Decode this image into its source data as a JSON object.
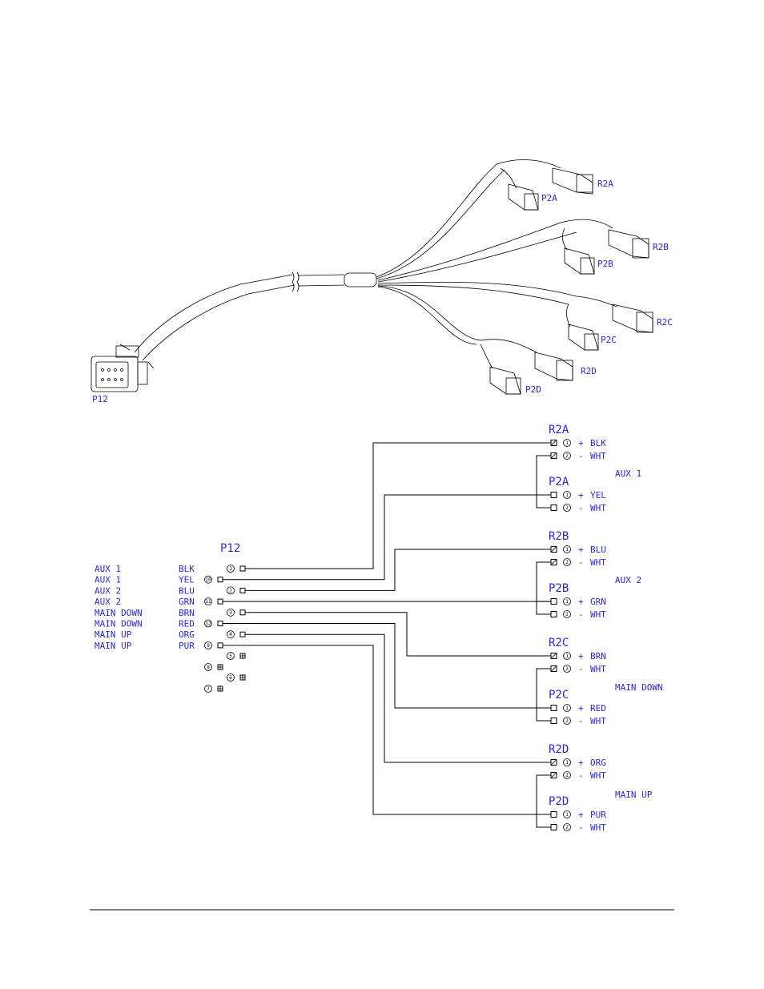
{
  "harness_labels": {
    "p12": "P12",
    "r2a": "R2A",
    "p2a": "P2A",
    "r2b": "R2B",
    "p2b": "P2B",
    "r2c": "R2C",
    "p2c": "P2C",
    "r2d": "R2D",
    "p2d": "P2D"
  },
  "p12_title": "P12",
  "p12_rows": [
    {
      "func": "AUX 1",
      "color": "BLK",
      "pin": "1"
    },
    {
      "func": "AUX 1",
      "color": "YEL",
      "pin": "10"
    },
    {
      "func": "AUX 2",
      "color": "BLU",
      "pin": "2"
    },
    {
      "func": "AUX 2",
      "color": "GRN",
      "pin": "11"
    },
    {
      "func": "MAIN DOWN",
      "color": "BRN",
      "pin": "3"
    },
    {
      "func": "MAIN DOWN",
      "color": "RED",
      "pin": "12"
    },
    {
      "func": "MAIN UP",
      "color": "ORG",
      "pin": "4"
    },
    {
      "func": "MAIN UP",
      "color": "PUR",
      "pin": "9"
    }
  ],
  "p12_unused_pins": [
    "5",
    "8",
    "6",
    "7"
  ],
  "connectors": [
    {
      "title": "R2A",
      "pins": [
        {
          "n": "1",
          "sign": "+",
          "color": "BLK"
        },
        {
          "n": "2",
          "sign": "-",
          "color": "WHT"
        }
      ]
    },
    {
      "title": "P2A",
      "pins": [
        {
          "n": "1",
          "sign": "+",
          "color": "YEL"
        },
        {
          "n": "2",
          "sign": "-",
          "color": "WHT"
        }
      ]
    },
    {
      "title": "R2B",
      "pins": [
        {
          "n": "1",
          "sign": "+",
          "color": "BLU"
        },
        {
          "n": "2",
          "sign": "-",
          "color": "WHT"
        }
      ]
    },
    {
      "title": "P2B",
      "pins": [
        {
          "n": "1",
          "sign": "+",
          "color": "GRN"
        },
        {
          "n": "2",
          "sign": "-",
          "color": "WHT"
        }
      ]
    },
    {
      "title": "R2C",
      "pins": [
        {
          "n": "1",
          "sign": "+",
          "color": "BRN"
        },
        {
          "n": "2",
          "sign": "-",
          "color": "WHT"
        }
      ]
    },
    {
      "title": "P2C",
      "pins": [
        {
          "n": "1",
          "sign": "+",
          "color": "RED"
        },
        {
          "n": "2",
          "sign": "-",
          "color": "WHT"
        }
      ]
    },
    {
      "title": "R2D",
      "pins": [
        {
          "n": "1",
          "sign": "+",
          "color": "ORG"
        },
        {
          "n": "2",
          "sign": "-",
          "color": "WHT"
        }
      ]
    },
    {
      "title": "P2D",
      "pins": [
        {
          "n": "1",
          "sign": "+",
          "color": "PUR"
        },
        {
          "n": "2",
          "sign": "-",
          "color": "WHT"
        }
      ]
    }
  ],
  "groups": [
    "AUX 1",
    "AUX 2",
    "MAIN DOWN",
    "MAIN UP"
  ]
}
